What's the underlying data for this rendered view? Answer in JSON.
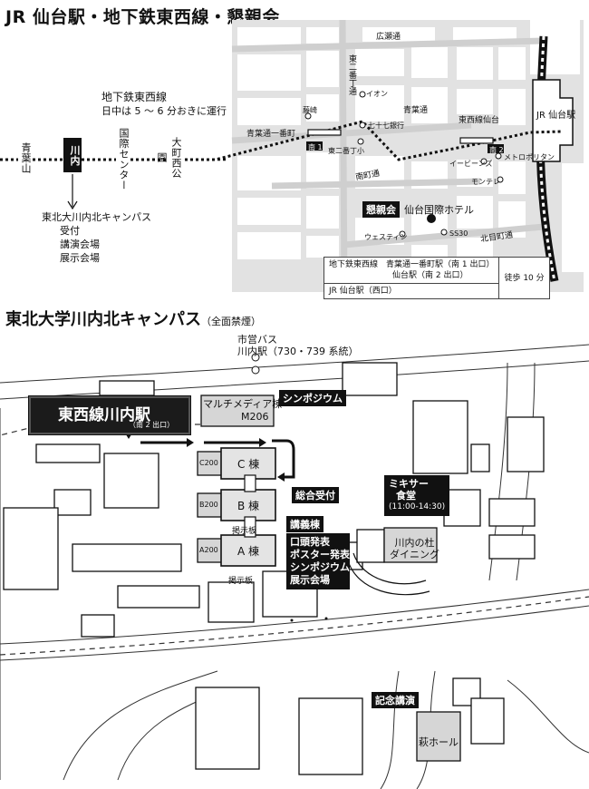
{
  "top": {
    "title": "JR 仙台駅・地下鉄東西線・懇親会",
    "subway_line": "地下鉄東西線",
    "subway_freq": "日中は 5 〜 6 分おきに運行",
    "stations": [
      "青葉山",
      "川内",
      "国際センター",
      "大町西公園"
    ],
    "campus_list": [
      "東北大川内北キャンパス",
      "受付",
      "講演会場",
      "展示会場"
    ]
  },
  "city_map": {
    "roads": [
      "広瀬通",
      "青葉通",
      "青葉通一番町",
      "東二番丁通",
      "南町通",
      "北目町通"
    ],
    "stations": [
      "東西線仙台",
      "JR 仙台駅"
    ],
    "exits": [
      "南 1",
      "南 2"
    ],
    "landmarks": [
      "藤崎",
      "イオン",
      "七十七銀行",
      "東二番丁小",
      "イービーンズ",
      "メトロポリタン",
      "モンテレ",
      "ウェスティン",
      "SS30"
    ],
    "hotel_label": "懇親会",
    "hotel_name": "仙台国際ホテル",
    "info": {
      "row1": "地下鉄東西線　青葉通一番町駅（南 1 出口）",
      "row2": "仙台駅（南 2 出口）",
      "row3": "JR 仙台駅（西口）",
      "walk": "徒歩 10 分"
    }
  },
  "campus": {
    "title": "東北大学川内北キャンパス",
    "note": "（全面禁煙）",
    "bus_line1": "市営バス",
    "bus_line2": "川内駅（730・739 系統）",
    "station_name": "東西線川内駅",
    "station_exit": "（南 2 出口）",
    "multimedia_line1": "マルチメディア棟",
    "multimedia_line2": "M206",
    "symposium": "シンポジウム",
    "building_c": "C 棟",
    "building_b": "B 棟",
    "building_a": "A 棟",
    "room_c": "C200",
    "room_b": "B200",
    "room_a": "A200",
    "reception": "総合受付",
    "board1": "掲示板",
    "board2": "掲示板",
    "lecture_label": "講義棟",
    "lecture_items": [
      "口頭発表",
      "ポスター発表",
      "シンポジウム",
      "展示会場"
    ],
    "mixer_line1": "ミキサー",
    "mixer_line2": "食堂",
    "mixer_line3": "(11:00-14:30)",
    "dining_line1": "川内の杜",
    "dining_line2": "ダイニング",
    "memorial": "記念講演",
    "hagi_hall": "萩ホール"
  }
}
